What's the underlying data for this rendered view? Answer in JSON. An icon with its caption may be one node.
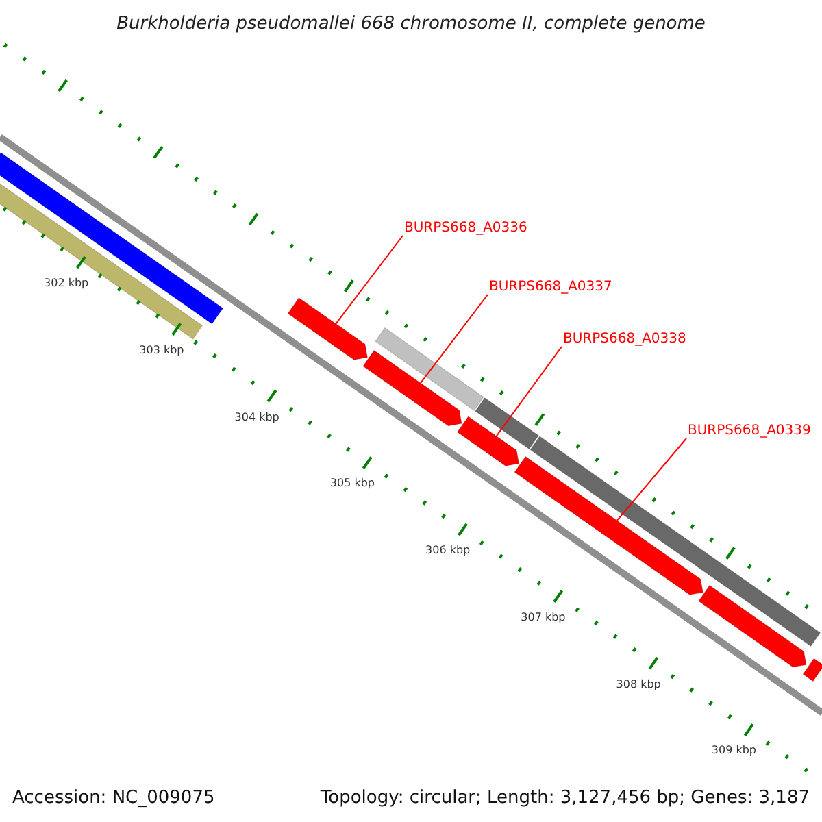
{
  "diagram": {
    "title": "Burkholderia pseudomallei 668 chromosome II, complete genome",
    "nodes": [
      {
        "text": [
          "BURPS668_A0336"
        ]
      },
      {
        "text": [
          "BURPS668_A0337"
        ]
      },
      {
        "text": [
          "BURPS668_A0338"
        ]
      },
      {
        "text": [
          "BURPS668_A0339"
        ]
      },
      {
        "text": [],
        "shape": "bar"
      },
      {
        "text": [],
        "shape": "bar"
      },
      {
        "text": [],
        "shape": "bar"
      },
      {
        "text": [],
        "shape": "bar"
      },
      {
        "text": [],
        "shape": "bar"
      },
      {
        "text": [],
        "shape": "bar"
      },
      {
        "text": [],
        "shape": "bar"
      },
      {
        "text": [],
        "shape": "bar"
      },
      {
        "text": [],
        "shape": "bar"
      },
      {
        "text": [],
        "shape": "bar"
      },
      {
        "text": [],
        "shape": "bar"
      }
    ],
    "edges": [
      {
        "from": 0,
        "to": 4,
        "arrow": "none"
      },
      {
        "from": 1,
        "to": 5,
        "arrow": "none"
      },
      {
        "from": 2,
        "to": 6,
        "arrow": "none"
      },
      {
        "from": 3,
        "to": 7,
        "arrow": "none"
      }
    ],
    "labels": [
      "302 kbp",
      "303 kbp",
      "304 kbp",
      "305 kbp",
      "306 kbp",
      "307 kbp",
      "308 kbp",
      "309 kbp",
      "Accession: NC_009075",
      "Topology: circular; Length: 3,127,456 bp; Genes: 3,187"
    ]
  }
}
